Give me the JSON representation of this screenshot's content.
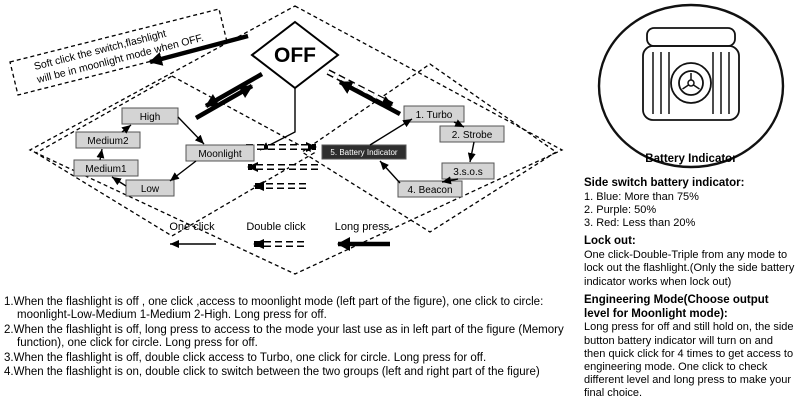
{
  "diagram": {
    "note_line1": "Soft click the switch,flashlight",
    "note_line2": "will be in moonlight mode when OFF.",
    "off_label": "OFF",
    "left_modes": [
      "High",
      "Medium2",
      "Moonlight",
      "Medium1",
      "Low"
    ],
    "right_modes": [
      "1. Turbo",
      "2. Strobe",
      "3.s.o.s",
      "4. Beacon",
      "5. Battery Indicator"
    ],
    "legend": {
      "one_click": "One click",
      "double_click": "Double click",
      "long_press": "Long press"
    },
    "colors": {
      "box_fill": "#d4d4d4",
      "box_stroke": "#555555",
      "battery_box_fill": "#2e2e2e",
      "battery_box_text": "#ffffff"
    }
  },
  "right_panel": {
    "battery_caption": "Battery Indicator",
    "side_switch_title": "Side switch battery indicator:",
    "side_switch_items": [
      "1. Blue: More than 75%",
      "2. Purple: 50%",
      "3. Red: Less than 20%"
    ],
    "lock_out_title": "Lock out:",
    "lock_out_body": "One click-Double-Triple from any mode to lock out the flashlight.(Only the side battery indicator works when lock out)",
    "engineering_title": "Engineering Mode(Choose output level for Moonlight mode):",
    "engineering_body": "Long press for off and still hold on, the side button battery indicator will turn on and then quick click for 4 times to get access to engineering mode. One click to check different level and long press to make your final choice."
  },
  "instructions": [
    "1.When the flashlight is off , one click ,access to moonlight mode (left part of the figure), one click to circle: moonlight-Low-Medium 1-Medium 2-High. Long press for off.",
    "2.When the flashlight is off, long press to access to the mode your last use as in left part of the figure (Memory function), one click for circle. Long press for off.",
    "3.When the flashlight is off, double click access to Turbo, one click for circle. Long press for off.",
    "4.When the flashlight is on, double click to switch between the two groups (left and right part of the figure)"
  ]
}
